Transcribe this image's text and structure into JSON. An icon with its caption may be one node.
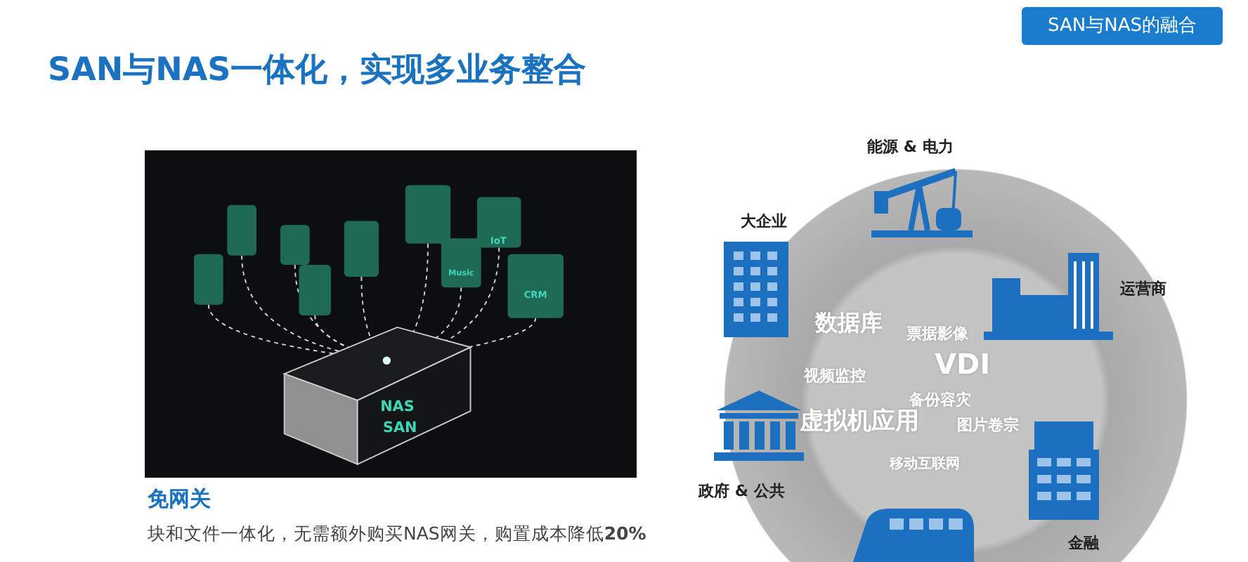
{
  "diagram": {
    "title": "SAN与NAS一体化，实现多业务整合",
    "nodes": [
      {
        "text": [
          "SAN与NAS的融合"
        ]
      },
      {
        "text": [
          "数据库",
          "票据影像",
          "VDI",
          "视频监控",
          "备份容灾",
          "虚拟机应用",
          "图片卷宗",
          "移动互联网"
        ]
      }
    ],
    "labels": [
      "能源 & 电力",
      "大企业",
      "运营商",
      "政府 & 公共",
      "金融",
      "IoT",
      "Music",
      "CRM",
      "NAS",
      "SAN",
      "免网关",
      "块和文件一体化，无需额外购买NAS网关，购置成本降低**20%**"
    ]
  }
}
